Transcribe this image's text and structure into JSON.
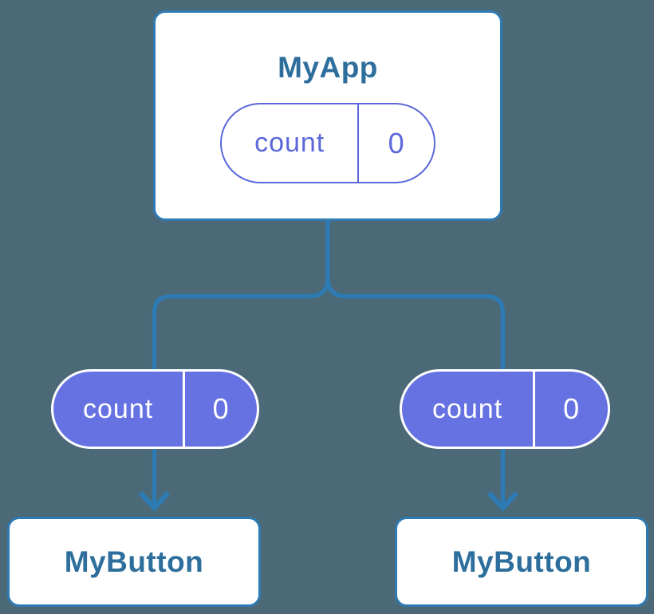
{
  "colors": {
    "background": "#4c6977",
    "connector": "#2e7ab3",
    "node_border": "#2e7ab3",
    "node_bg": "#ffffff",
    "node_text": "#2d6e9d",
    "state_accent": "#5c68da",
    "state_filled_bg": "#6672e2",
    "state_filled_text": "#ffffff"
  },
  "tree": {
    "root": {
      "label": "MyApp",
      "state": {
        "name": "count",
        "value": "0"
      }
    },
    "children": [
      {
        "label": "MyButton",
        "state": {
          "name": "count",
          "value": "0"
        }
      },
      {
        "label": "MyButton",
        "state": {
          "name": "count",
          "value": "0"
        }
      }
    ]
  }
}
